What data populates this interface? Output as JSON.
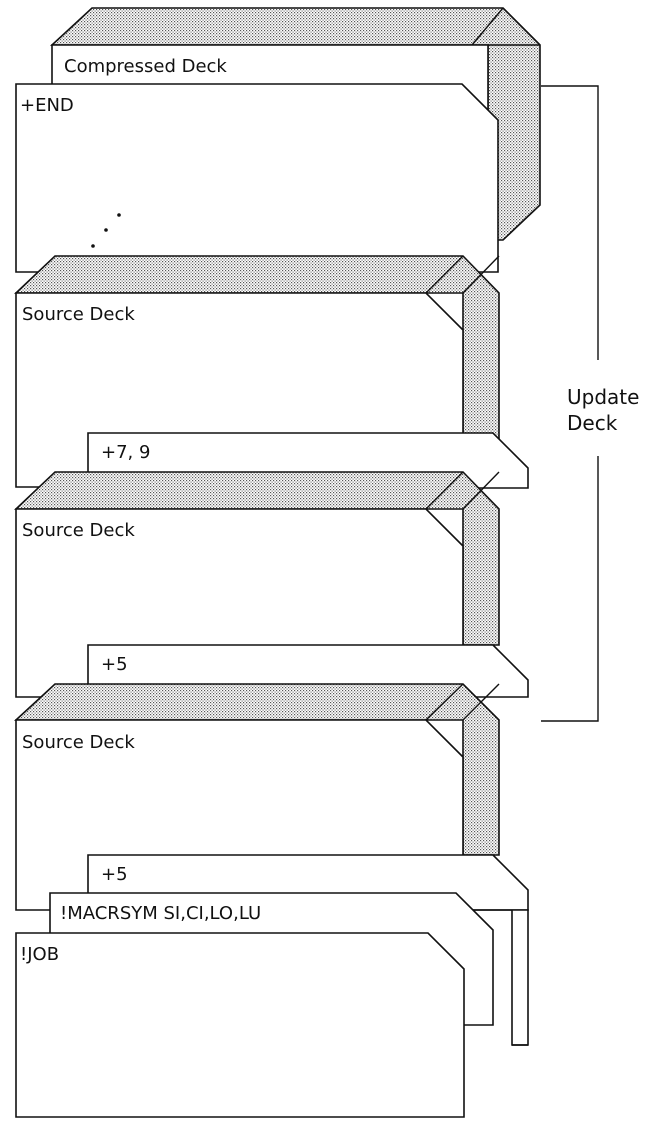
{
  "cards": {
    "compressed_deck": "Compressed Deck",
    "end": "+END",
    "source_deck_1": "Source Deck",
    "plus_7_9": "+7, 9",
    "source_deck_2": "Source Deck",
    "plus_5_a": "+5",
    "source_deck_3": "Source Deck",
    "plus_5_b": "+5",
    "macrsym": "!MACRSYM SI,CI,LO,LU",
    "job": "!JOB"
  },
  "bracket": {
    "line1": "Update",
    "line2": "Deck"
  }
}
